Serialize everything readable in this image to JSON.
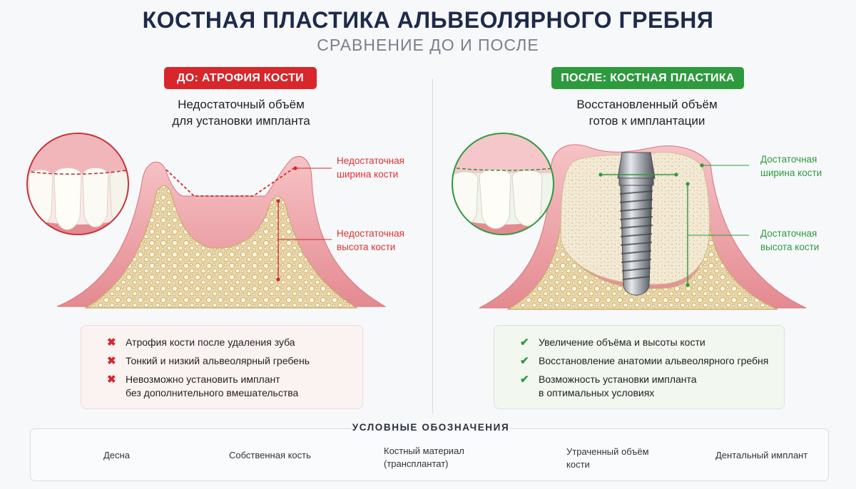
{
  "header": {
    "title": "КОСТНАЯ ПЛАСТИКА АЛЬВЕОЛЯРНОГО ГРЕБНЯ",
    "subtitle": "СРАВНЕНИЕ ДО И ПОСЛЕ"
  },
  "before": {
    "badge": "ДО: АТРОФИЯ КОСТИ",
    "lead_1": "Недостаточный объём",
    "lead_2": "для установки импланта",
    "width_note_1": "Недостаточная",
    "width_note_2": "ширина кости",
    "height_note_1": "Недостаточная",
    "height_note_2": "высота кости",
    "items": [
      "Атрофия кости после удаления зуба",
      "Тонкий и низкий альвеолярный гребень",
      "Невозможно установить имплант",
      "без дополнительного вмешательства"
    ]
  },
  "after": {
    "badge": "ПОСЛЕ: КОСТНАЯ ПЛАСТИКА",
    "lead_1": "Восстановленный объём",
    "lead_2": "готов к имплантации",
    "width_note_1": "Достаточная",
    "width_note_2": "ширина кости",
    "height_note_1": "Достаточная",
    "height_note_2": "высота кости",
    "items": [
      "Увеличение объёма и высоты кости",
      "Восстановление анатомии альвеолярного гребня",
      "Возможность установки импланта",
      "в оптимальных условиях"
    ]
  },
  "legend": {
    "title": "УСЛОВНЫЕ ОБОЗНАЧЕНИЯ",
    "gum": "Десна",
    "own_bone": "Собственная кость",
    "graft_1": "Костный материал",
    "graft_2": "(трансплантат)",
    "lost_1": "Утраченный объём",
    "lost_2": "кости",
    "implant": "Дентальный имплант"
  },
  "colors": {
    "red": "#d8262b",
    "green": "#2e9a3e",
    "gum": "#e9949a",
    "bone": "#ead7a8",
    "graft": "#f1e6cf"
  },
  "icons": {
    "negative": "cross-icon",
    "positive": "check-icon"
  }
}
